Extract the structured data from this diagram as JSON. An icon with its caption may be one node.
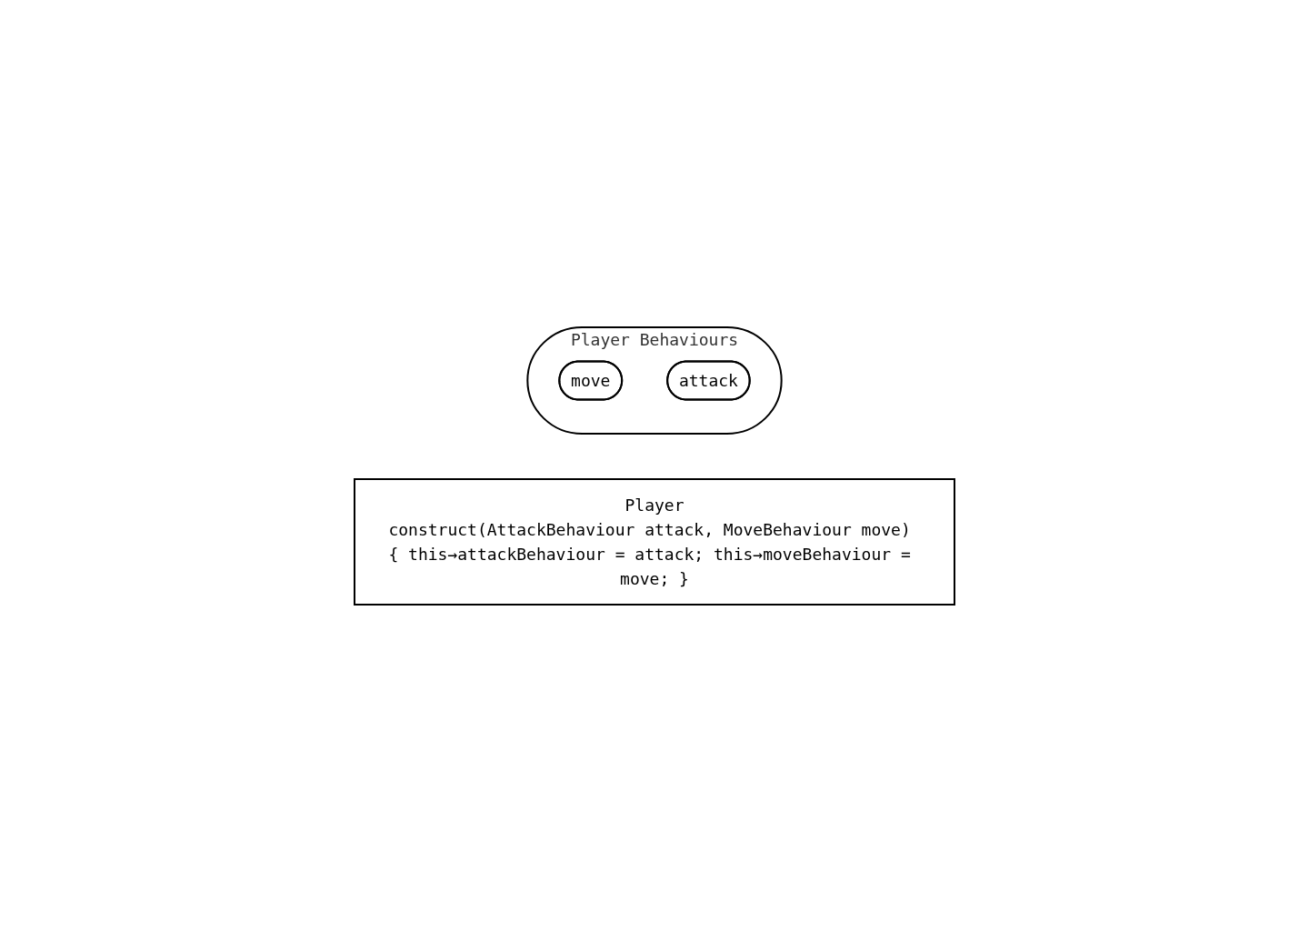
{
  "diagram": {
    "nodes": [
      {
        "text": [
          "Player",
          "construct(AttackBehaviour attack, MoveBehaviour move) { this→attackBehaviour = attack; this→moveBehaviour = move; }"
        ]
      },
      {
        "text": [
          "Player Behaviours"
        ]
      },
      {
        "text": [
          "move"
        ],
        "in": 1
      },
      {
        "text": [
          "attack"
        ],
        "in": 1
      }
    ]
  }
}
